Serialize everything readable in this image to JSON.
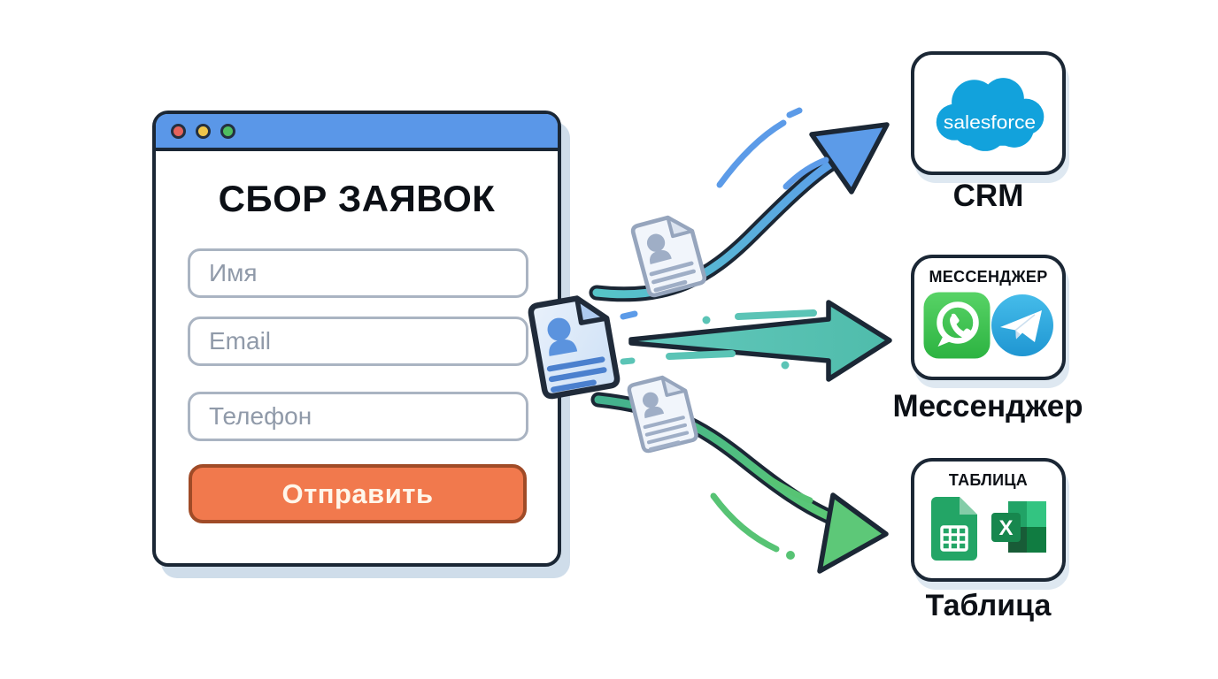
{
  "window": {
    "title": "СБОР ЗАЯВОК",
    "fields": [
      {
        "placeholder": "Имя"
      },
      {
        "placeholder": "Email"
      },
      {
        "placeholder": "Телефон"
      }
    ],
    "submit_label": "Отправить"
  },
  "destinations": {
    "crm": {
      "label": "CRM",
      "logo_text": "salesforce"
    },
    "messenger": {
      "card_title": "МЕССЕНДЖЕР",
      "label": "Мессенджер"
    },
    "table": {
      "card_title": "ТАБЛИЦА",
      "label": "Таблица",
      "excel_letter": "X"
    }
  },
  "colors": {
    "titlebar_blue": "#5a97e8",
    "outline_dark": "#1b2735",
    "button_orange": "#f1794d",
    "button_border": "#a04b27",
    "arrow_blue": "#5c9be8",
    "arrow_teal": "#57c0b2",
    "arrow_green": "#5dc878",
    "salesforce_blue": "#12a2dc",
    "whatsapp_green": "#3fc64f",
    "telegram_blue": "#3fa9e0",
    "sheets_green": "#23a566",
    "excel_green": "#107c41",
    "traffic_red": "#e5635b",
    "traffic_yellow": "#f0c64a",
    "traffic_green": "#4fbe5f"
  }
}
